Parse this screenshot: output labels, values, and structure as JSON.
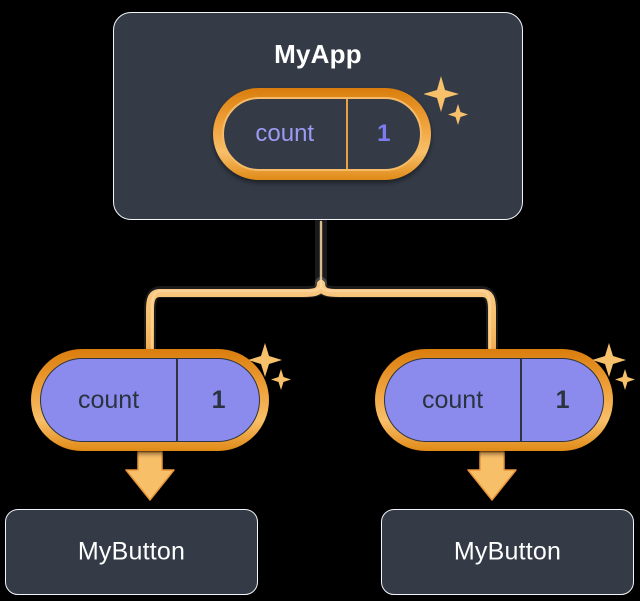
{
  "diagram": {
    "title_node": {
      "label": "MyApp",
      "name": "myapp-card"
    },
    "root_state": {
      "key": "count",
      "value": "1",
      "style": "hollow",
      "key_color": "#9b9bf4",
      "value_color": "#7c7cf0"
    },
    "children": [
      {
        "state": {
          "key": "count",
          "value": "1",
          "style": "filled"
        },
        "component": {
          "label": "MyButton"
        }
      },
      {
        "state": {
          "key": "count",
          "value": "1",
          "style": "filled"
        },
        "component": {
          "label": "MyButton"
        }
      }
    ],
    "icons": {
      "sparkle_large": "sparkle-icon",
      "sparkle_small": "sparkle-small-icon",
      "arrow": "arrow-down-icon",
      "connector": "tree-connector"
    },
    "colors": {
      "background": "#000000",
      "card_fill": "#343b47",
      "card_border": "#f2f4f8",
      "card_text": "#ffffff",
      "pill_ring_dark": "#d97d0d",
      "pill_ring_light": "#f8bf69",
      "pill_fill": "#8b8bee",
      "pill_text_dark": "#2b3240",
      "wire": "#f8c173",
      "wire_edge": "#e8953a",
      "sparkle": "#f7c06a"
    }
  }
}
